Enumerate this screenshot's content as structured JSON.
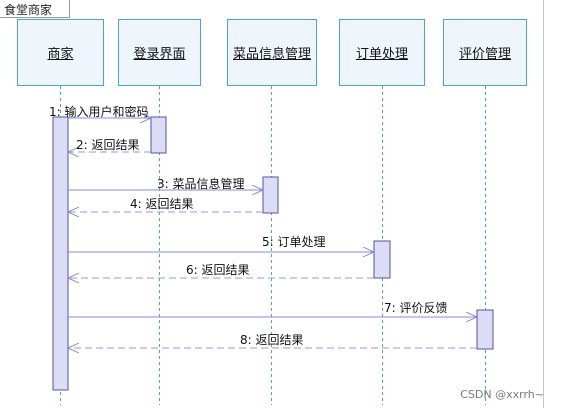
{
  "frame": {
    "title": "食堂商家"
  },
  "lifelines": [
    {
      "id": "merchant",
      "label": "商家"
    },
    {
      "id": "login",
      "label": "登录界面"
    },
    {
      "id": "dish",
      "label": "菜品信息管理"
    },
    {
      "id": "order",
      "label": "订单处理"
    },
    {
      "id": "review",
      "label": "评价管理"
    }
  ],
  "messages": [
    {
      "label": "1: 输入用户和密码",
      "kind": "call"
    },
    {
      "label": "2: 返回结果",
      "kind": "return"
    },
    {
      "label": "3: 菜品信息管理",
      "kind": "call"
    },
    {
      "label": "4: 返回结果",
      "kind": "return"
    },
    {
      "label": "5: 订单处理",
      "kind": "call"
    },
    {
      "label": "6: 返回结果",
      "kind": "return"
    },
    {
      "label": "7: 评价反馈",
      "kind": "call"
    },
    {
      "label": "8: 返回结果",
      "kind": "return"
    }
  ],
  "colors": {
    "box_border": "#4aa3df",
    "box_fill": "#eef6fb",
    "lifeline": "#4aa3df",
    "activation_fill": "#dcdcf7",
    "activation_border": "#55559a",
    "call_arrow": "#8a8ad8",
    "return_arrow": "#9a9ae0"
  },
  "watermark": "CSDN @xxrrh~"
}
